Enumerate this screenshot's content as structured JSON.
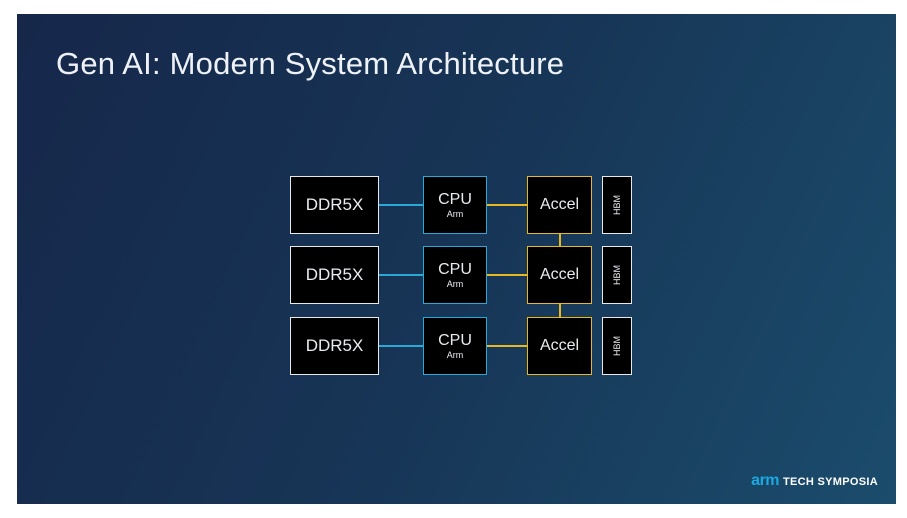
{
  "slide": {
    "title": "Gen AI: Modern System Architecture"
  },
  "diagram": {
    "rows": [
      {
        "memory": "DDR5X",
        "cpu": "CPU",
        "cpu_sub": "Arm",
        "accel": "Accel",
        "hbm": "HBM"
      },
      {
        "memory": "DDR5X",
        "cpu": "CPU",
        "cpu_sub": "Arm",
        "accel": "Accel",
        "hbm": "HBM"
      },
      {
        "memory": "DDR5X",
        "cpu": "CPU",
        "cpu_sub": "Arm",
        "accel": "Accel",
        "hbm": "HBM"
      }
    ],
    "colors": {
      "memory_border": "#e8e8e8",
      "cpu_border": "#2aa9d6",
      "accel_border": "#e7b822",
      "box_fill": "#000000"
    }
  },
  "branding": {
    "logo_word": "arm",
    "event_name": "TECH SYMPOSIA",
    "logo_color": "#1ba8e0"
  }
}
